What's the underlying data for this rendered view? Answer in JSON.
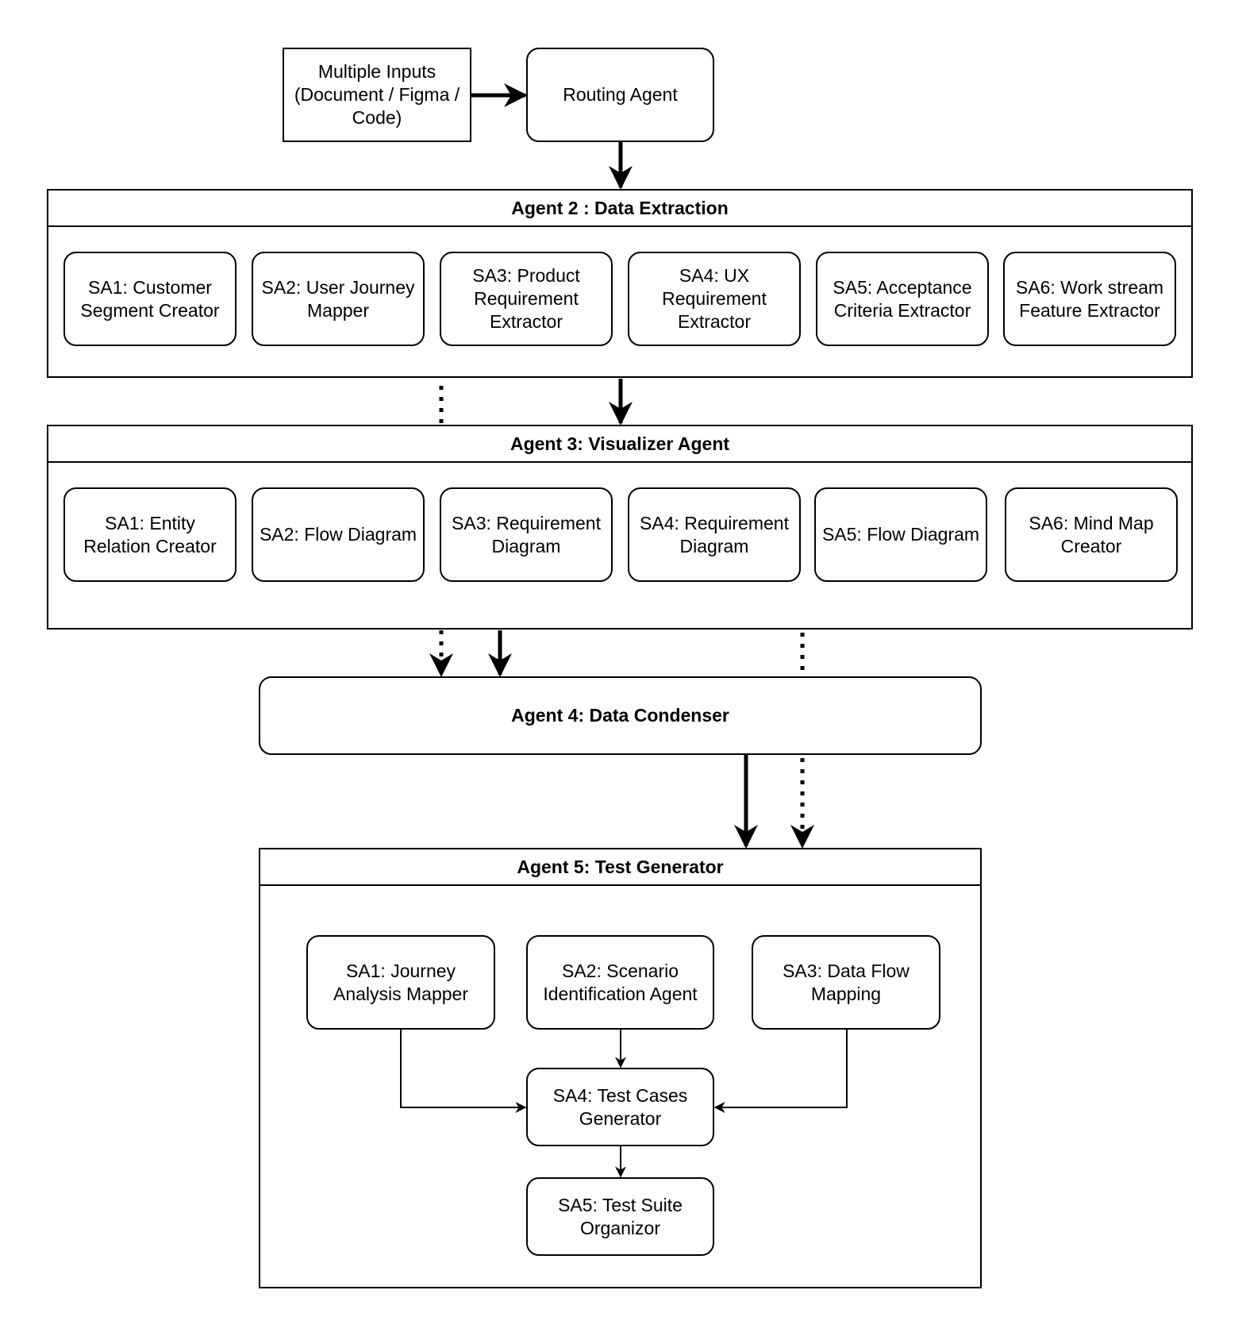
{
  "inputs_box": "Multiple Inputs\n(Document / Figma /\nCode)",
  "routing_agent": "Routing Agent",
  "agent2": {
    "title": "Agent 2 : Data Extraction",
    "subagents": [
      "SA1: Customer\nSegment Creator",
      "SA2: User Journey\nMapper",
      "SA3: Product\nRequirement\nExtractor",
      "SA4: UX\nRequirement\nExtractor",
      "SA5: Acceptance\nCriteria Extractor",
      "SA6: Work stream\nFeature Extractor"
    ]
  },
  "agent3": {
    "title": "Agent 3: Visualizer Agent",
    "subagents": [
      "SA1: Entity\nRelation Creator",
      "SA2: Flow Diagram",
      "SA3: Requirement\nDiagram",
      "SA4: Requirement\nDiagram",
      "SA5: Flow Diagram",
      "SA6: Mind Map\nCreator"
    ]
  },
  "agent4": {
    "title": "Agent 4: Data Condenser"
  },
  "agent5": {
    "title": "Agent 5: Test Generator",
    "sa1": "SA1: Journey\nAnalysis Mapper",
    "sa2": "SA2: Scenario\nIdentification Agent",
    "sa3": "SA3: Data Flow\nMapping",
    "sa4": "SA4: Test Cases\nGenerator",
    "sa5": "SA5: Test Suite\nOrganizor"
  }
}
